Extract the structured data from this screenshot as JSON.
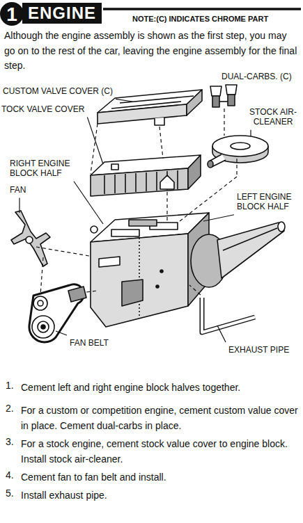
{
  "diagram": {
    "title": "ENGINE",
    "labels": [
      "1",
      "NOTE:(C) INDICATES CHROME PART",
      "Although the engine assembly is shown as the first step, you may go on to the rest of the car, leaving the engine assembly for the final step.",
      "CUSTOM VALVE COVER (C)",
      "TOCK VALVE COVER",
      "DUAL-CARBS. (C)",
      "STOCK AIR-CLEANER",
      "RIGHT ENGINE BLOCK HALF",
      "FAN",
      "LEFT ENGINE BLOCK HALF",
      "FAN BELT",
      "EXHAUST PIPE",
      "1.",
      "Cement left and right engine block halves together.",
      "2.",
      "For a custom or competition engine, cement custom value cover in place. Cement dual-carbs in place.",
      "3.",
      "For a stock engine, cement stock value cover to engine block. Install stock air-cleaner.",
      "4.",
      "Cement fan to fan belt and install.",
      "5.",
      "Install exhaust pipe."
    ]
  }
}
